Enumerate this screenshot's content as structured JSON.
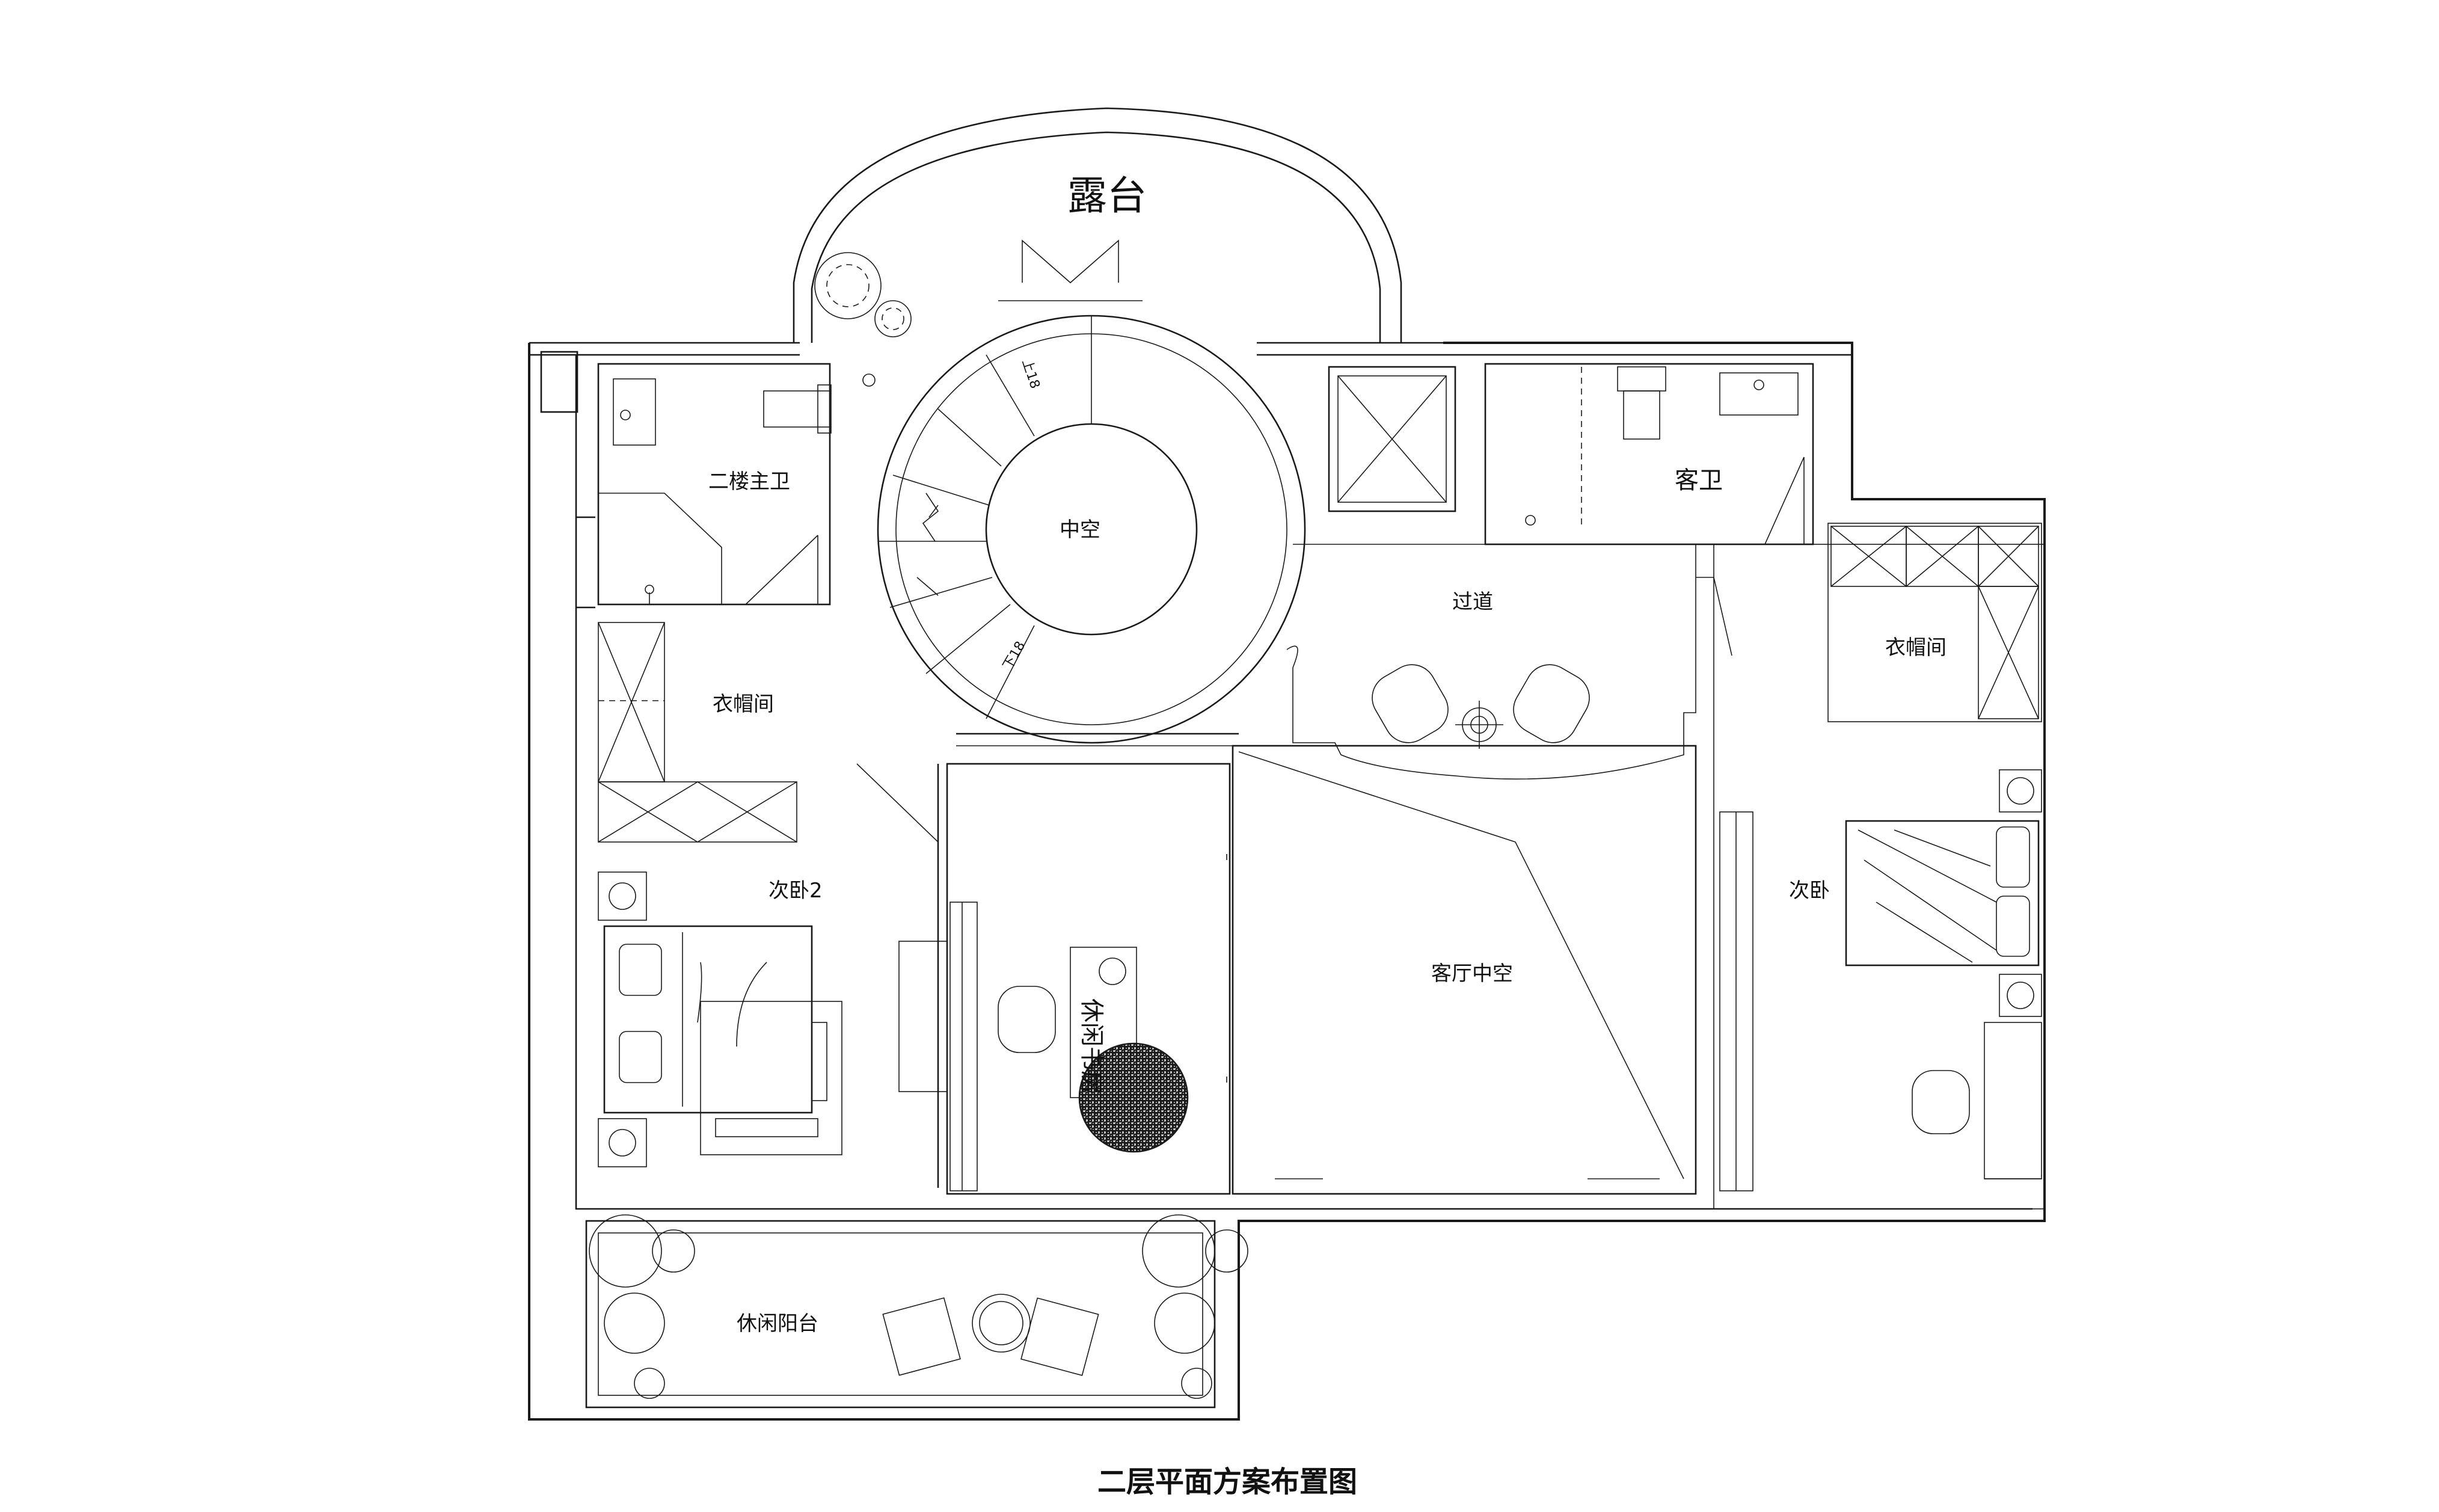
{
  "drawing": {
    "title": "二层平面方案布置图"
  },
  "rooms": {
    "terrace": "露台",
    "master_bath": "二楼主卫",
    "void": "中空",
    "guest_bath": "客卫",
    "corridor": "过道",
    "wardrobe_left": "衣帽间",
    "wardrobe_right": "衣帽间",
    "bedroom2": "次卧2",
    "study": "休闲书房",
    "living_void": "客厅中空",
    "bedroom": "次卧",
    "balcony": "休闲阳台"
  },
  "stairs": {
    "up_label": "上18",
    "down_label": "下18"
  },
  "colors": {
    "line": "#1a1a1a",
    "background": "#ffffff"
  }
}
